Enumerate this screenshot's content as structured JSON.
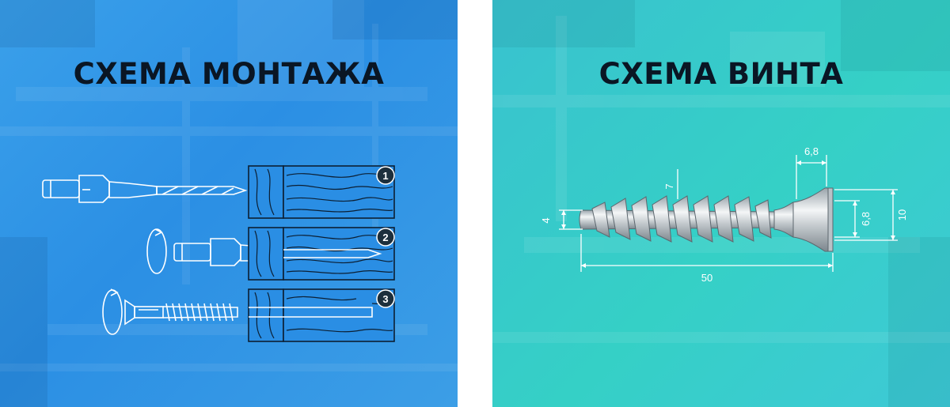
{
  "left": {
    "title": "СХЕМА МОНТАЖА",
    "steps": [
      "1",
      "2",
      "3"
    ]
  },
  "right": {
    "title": "СХЕМА ВИНТА",
    "dimensions": {
      "head_top": "6,8",
      "thread_pitch": "7",
      "core": "4",
      "head_inner": "6,8",
      "head_diameter": "10",
      "length": "50"
    }
  },
  "colors": {
    "left_bg": "#2b8fe4",
    "right_bg": "#35d0c6",
    "title": "#0a1624",
    "line": "#ffffff",
    "badge": "#1d2f3c"
  }
}
